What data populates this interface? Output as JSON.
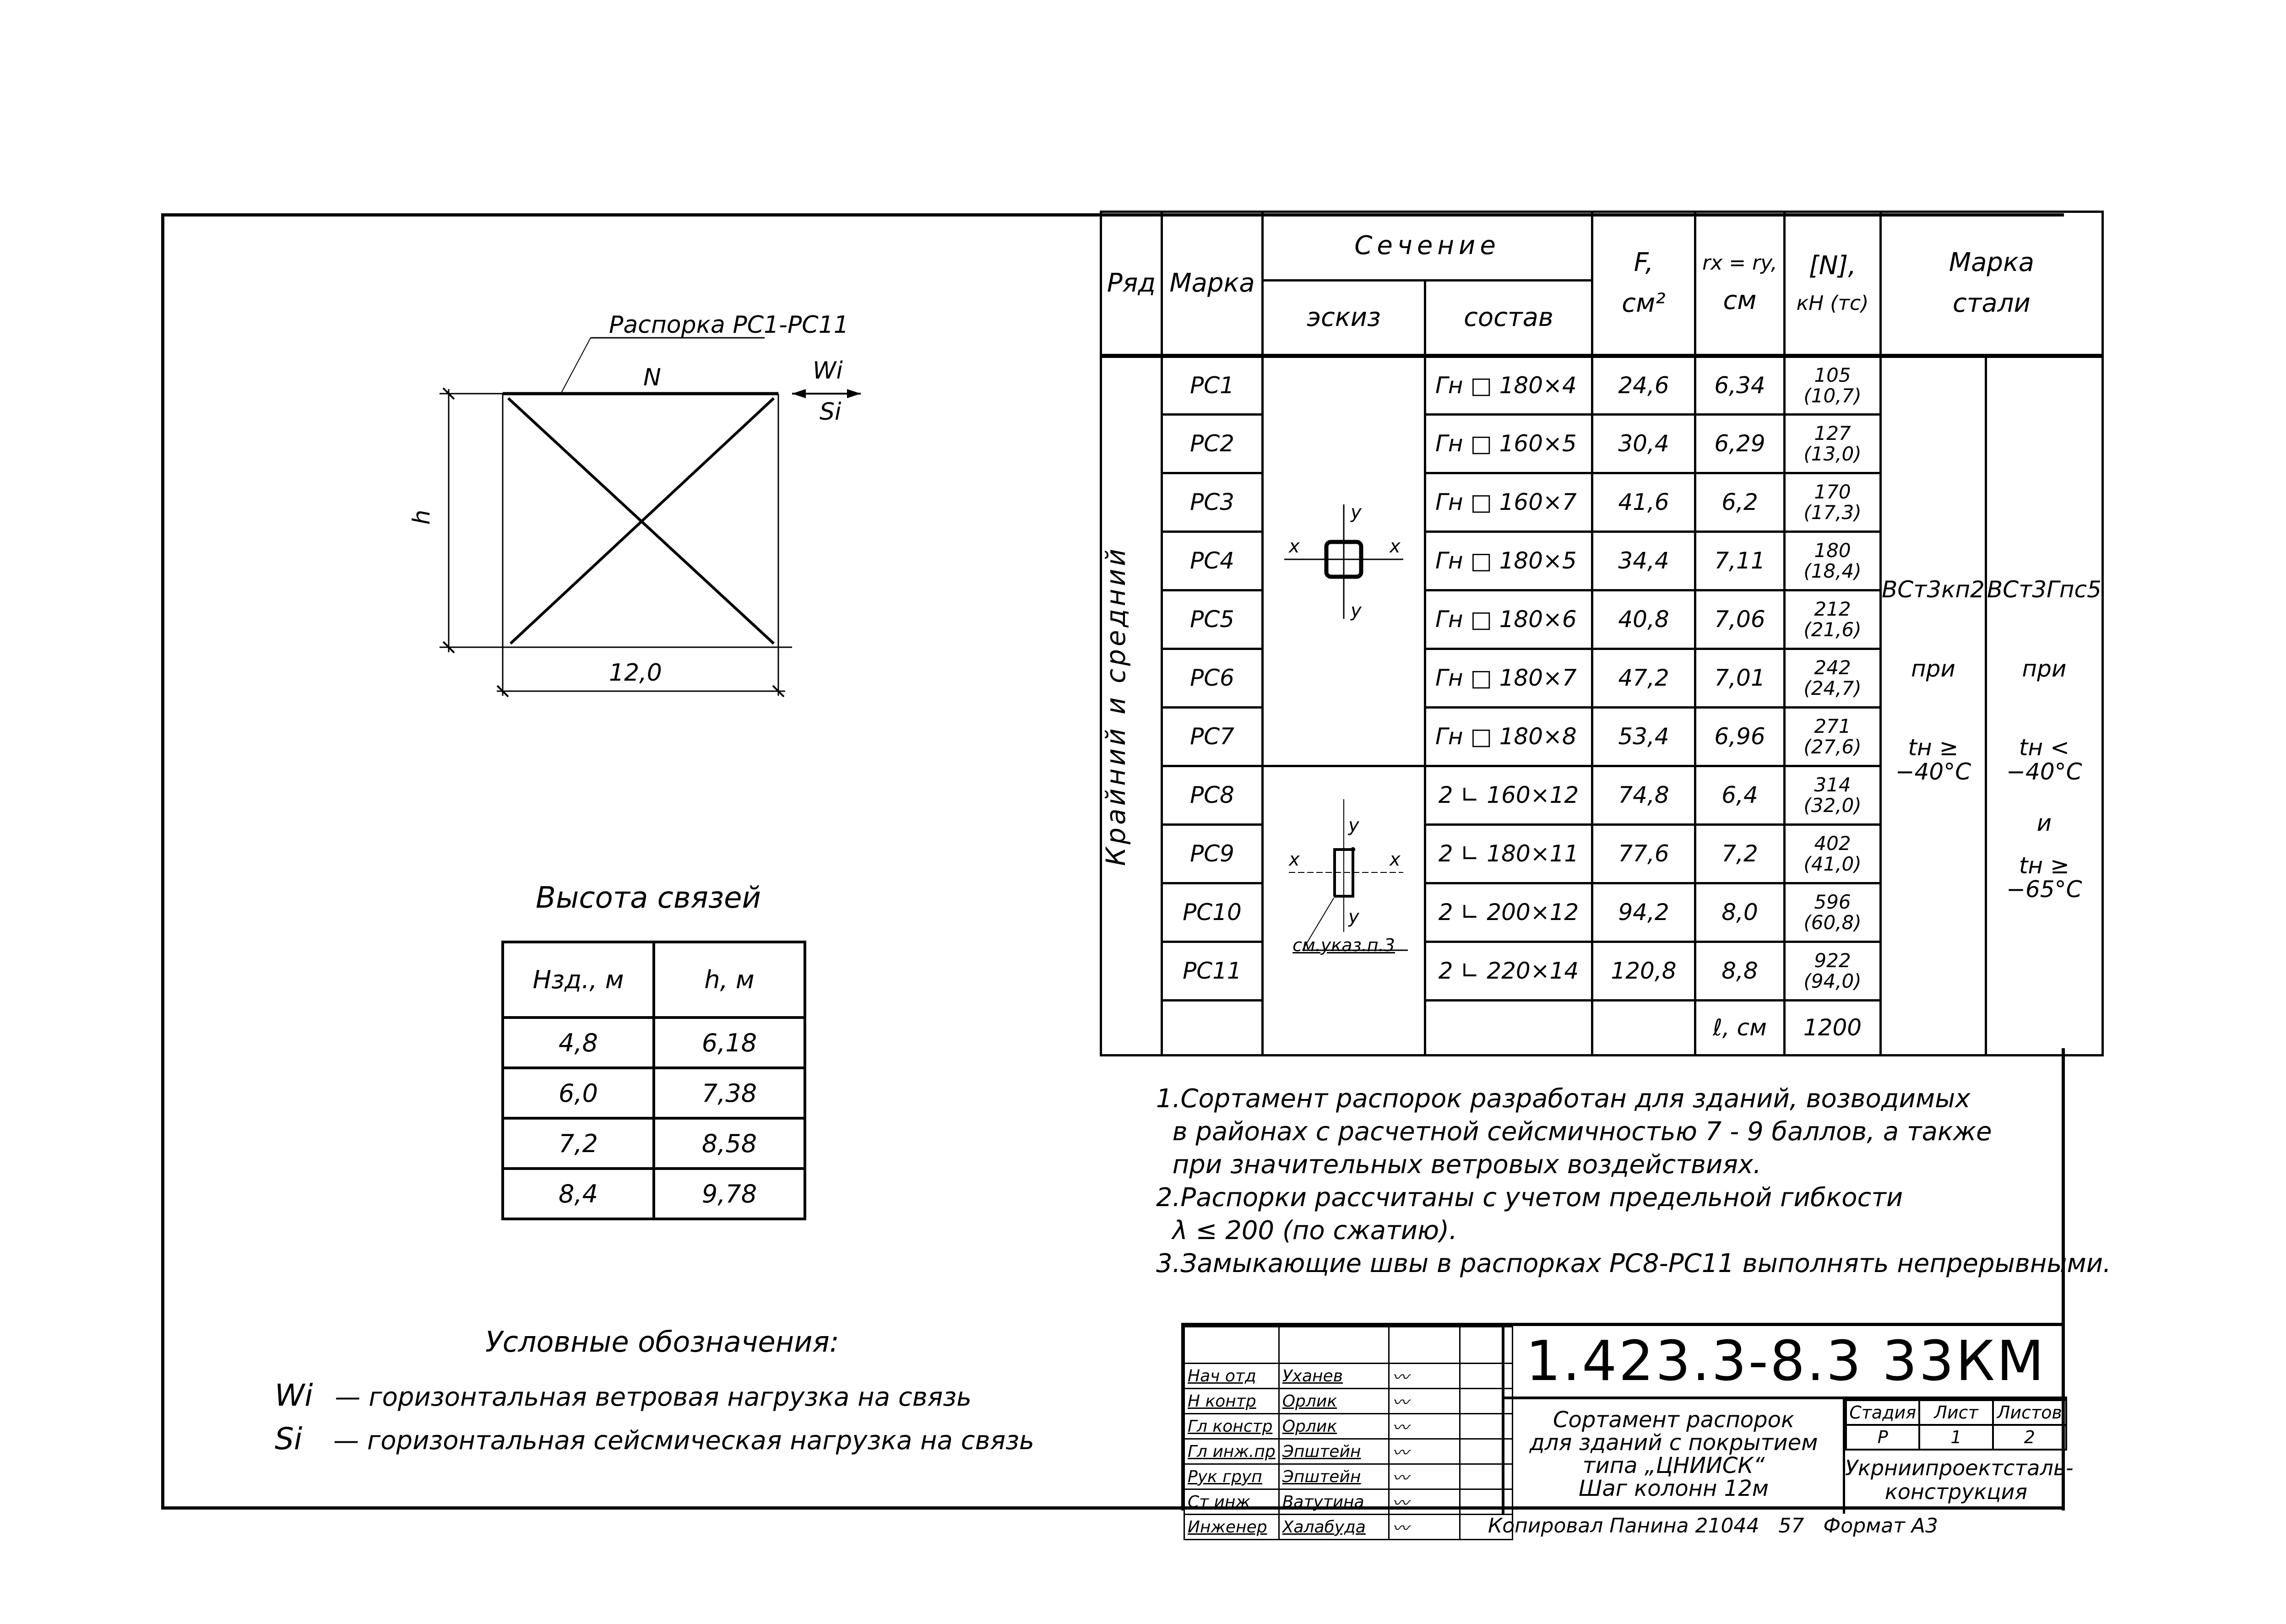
{
  "diagram": {
    "strut_label": "Распорка РС1-РС11",
    "force_label": "N",
    "wind_label": "Wi",
    "seismic_label": "Si",
    "height_label": "h",
    "span_label": "12,0"
  },
  "main_table": {
    "headers": {
      "row": "Ряд",
      "mark": "Марка",
      "section": "Сечение",
      "sketch": "эскиз",
      "composition": "состав",
      "area": "F,",
      "area_unit": "см²",
      "radius": "rx = ry,",
      "radius_unit": "см",
      "force": "[N],",
      "force_unit": "кН (тс)",
      "steel": "Марка",
      "steel2": "стали"
    },
    "row_group_label": "Крайний и средний",
    "rows": [
      {
        "mark": "РС1",
        "section": "Гн □ 180×4",
        "area": "24,6",
        "radius": "6,34",
        "force": "105 (10,7)"
      },
      {
        "mark": "РС2",
        "section": "Гн □ 160×5",
        "area": "30,4",
        "radius": "6,29",
        "force": "127 (13,0)"
      },
      {
        "mark": "РС3",
        "section": "Гн □ 160×7",
        "area": "41,6",
        "radius": "6,2",
        "force": "170 (17,3)"
      },
      {
        "mark": "РС4",
        "section": "Гн □ 180×5",
        "area": "34,4",
        "radius": "7,11",
        "force": "180 (18,4)"
      },
      {
        "mark": "РС5",
        "section": "Гн □ 180×6",
        "area": "40,8",
        "radius": "7,06",
        "force": "212 (21,6)"
      },
      {
        "mark": "РС6",
        "section": "Гн □ 180×7",
        "area": "47,2",
        "radius": "7,01",
        "force": "242 (24,7)"
      },
      {
        "mark": "РС7",
        "section": "Гн □ 180×8",
        "area": "53,4",
        "radius": "6,96",
        "force": "271 (27,6)"
      },
      {
        "mark": "РС8",
        "section": "2 ∟ 160×12",
        "area": "74,8",
        "radius": "6,4",
        "force": "314 (32,0)"
      },
      {
        "mark": "РС9",
        "section": "2 ∟ 180×11",
        "area": "77,6",
        "radius": "7,2",
        "force": "402 (41,0)"
      },
      {
        "mark": "РС10",
        "section": "2 ∟ 200×12",
        "area": "94,2",
        "radius": "8,0",
        "force": "596 (60,8)"
      },
      {
        "mark": "РС11",
        "section": "2 ∟ 220×14",
        "area": "120,8",
        "radius": "8,8",
        "force": "922 (94,0)"
      }
    ],
    "length_label": "ℓ, см",
    "length_value": "1200",
    "sketch_axes": {
      "x": "x",
      "y": "y"
    },
    "sketch_note": "см.указ.п.3",
    "steel_grades": [
      {
        "grade": "ВСт3кп2",
        "cond": "при",
        "temp": "tн ≥ −40°C",
        "extra": "",
        "extra_temp": ""
      },
      {
        "grade": "ВСт3Гпс5",
        "cond": "при",
        "temp": "tн < −40°C",
        "extra": "и",
        "extra_temp": "tн ≥ −65°C"
      }
    ]
  },
  "heights_table": {
    "title": "Высота связей",
    "headers": [
      "Нзд., м",
      "h, м"
    ],
    "rows": [
      [
        "4,8",
        "6,18"
      ],
      [
        "6,0",
        "7,38"
      ],
      [
        "7,2",
        "8,58"
      ],
      [
        "8,4",
        "9,78"
      ]
    ]
  },
  "notes": [
    "1.Сортамент распорок разработан для зданий, возводимых",
    "  в районах с расчетной сейсмичностью 7 - 9 баллов, а также",
    "  при значительных ветровых воздействиях.",
    "2.Распорки рассчитаны с учетом предельной гибкости",
    "  λ ≤ 200 (по сжатию).",
    "3.Замыкающие швы в распорках РС8-РС11 выполнять непрерывными."
  ],
  "legend": {
    "title": "Условные обозначения:",
    "items": [
      {
        "symbol": "Wi",
        "text": "— горизонтальная ветровая нагрузка на связь"
      },
      {
        "symbol": "Si",
        "text": "— горизонтальная сейсмическая нагрузка на связь"
      }
    ]
  },
  "title_block": {
    "code": "1.423.3-8.3 33КМ",
    "signatures": [
      {
        "role": "Нач отд",
        "name": "Уханев"
      },
      {
        "role": "Н контр",
        "name": "Орлик"
      },
      {
        "role": "Гл констр",
        "name": "Орлик"
      },
      {
        "role": "Гл инж.пр",
        "name": "Эпштейн"
      },
      {
        "role": "Рук груп",
        "name": "Эпштейн"
      },
      {
        "role": "Ст инж",
        "name": "Ватутина"
      },
      {
        "role": "Инженер",
        "name": "Халабуда"
      }
    ],
    "description": [
      "Сортамент распорок",
      "для зданий с покрытием",
      "типа „ЦНИИСК“",
      "Шаг колонн 12м"
    ],
    "stage_headers": [
      "Стадия",
      "Лист",
      "Листов"
    ],
    "stage_values": [
      "Р",
      "1",
      "2"
    ],
    "organization": [
      "Укрниипроектсталь-",
      "конструкция"
    ]
  },
  "footer": {
    "copied_by": "Копировал Панина 21044   57",
    "format": "Формат А3"
  }
}
